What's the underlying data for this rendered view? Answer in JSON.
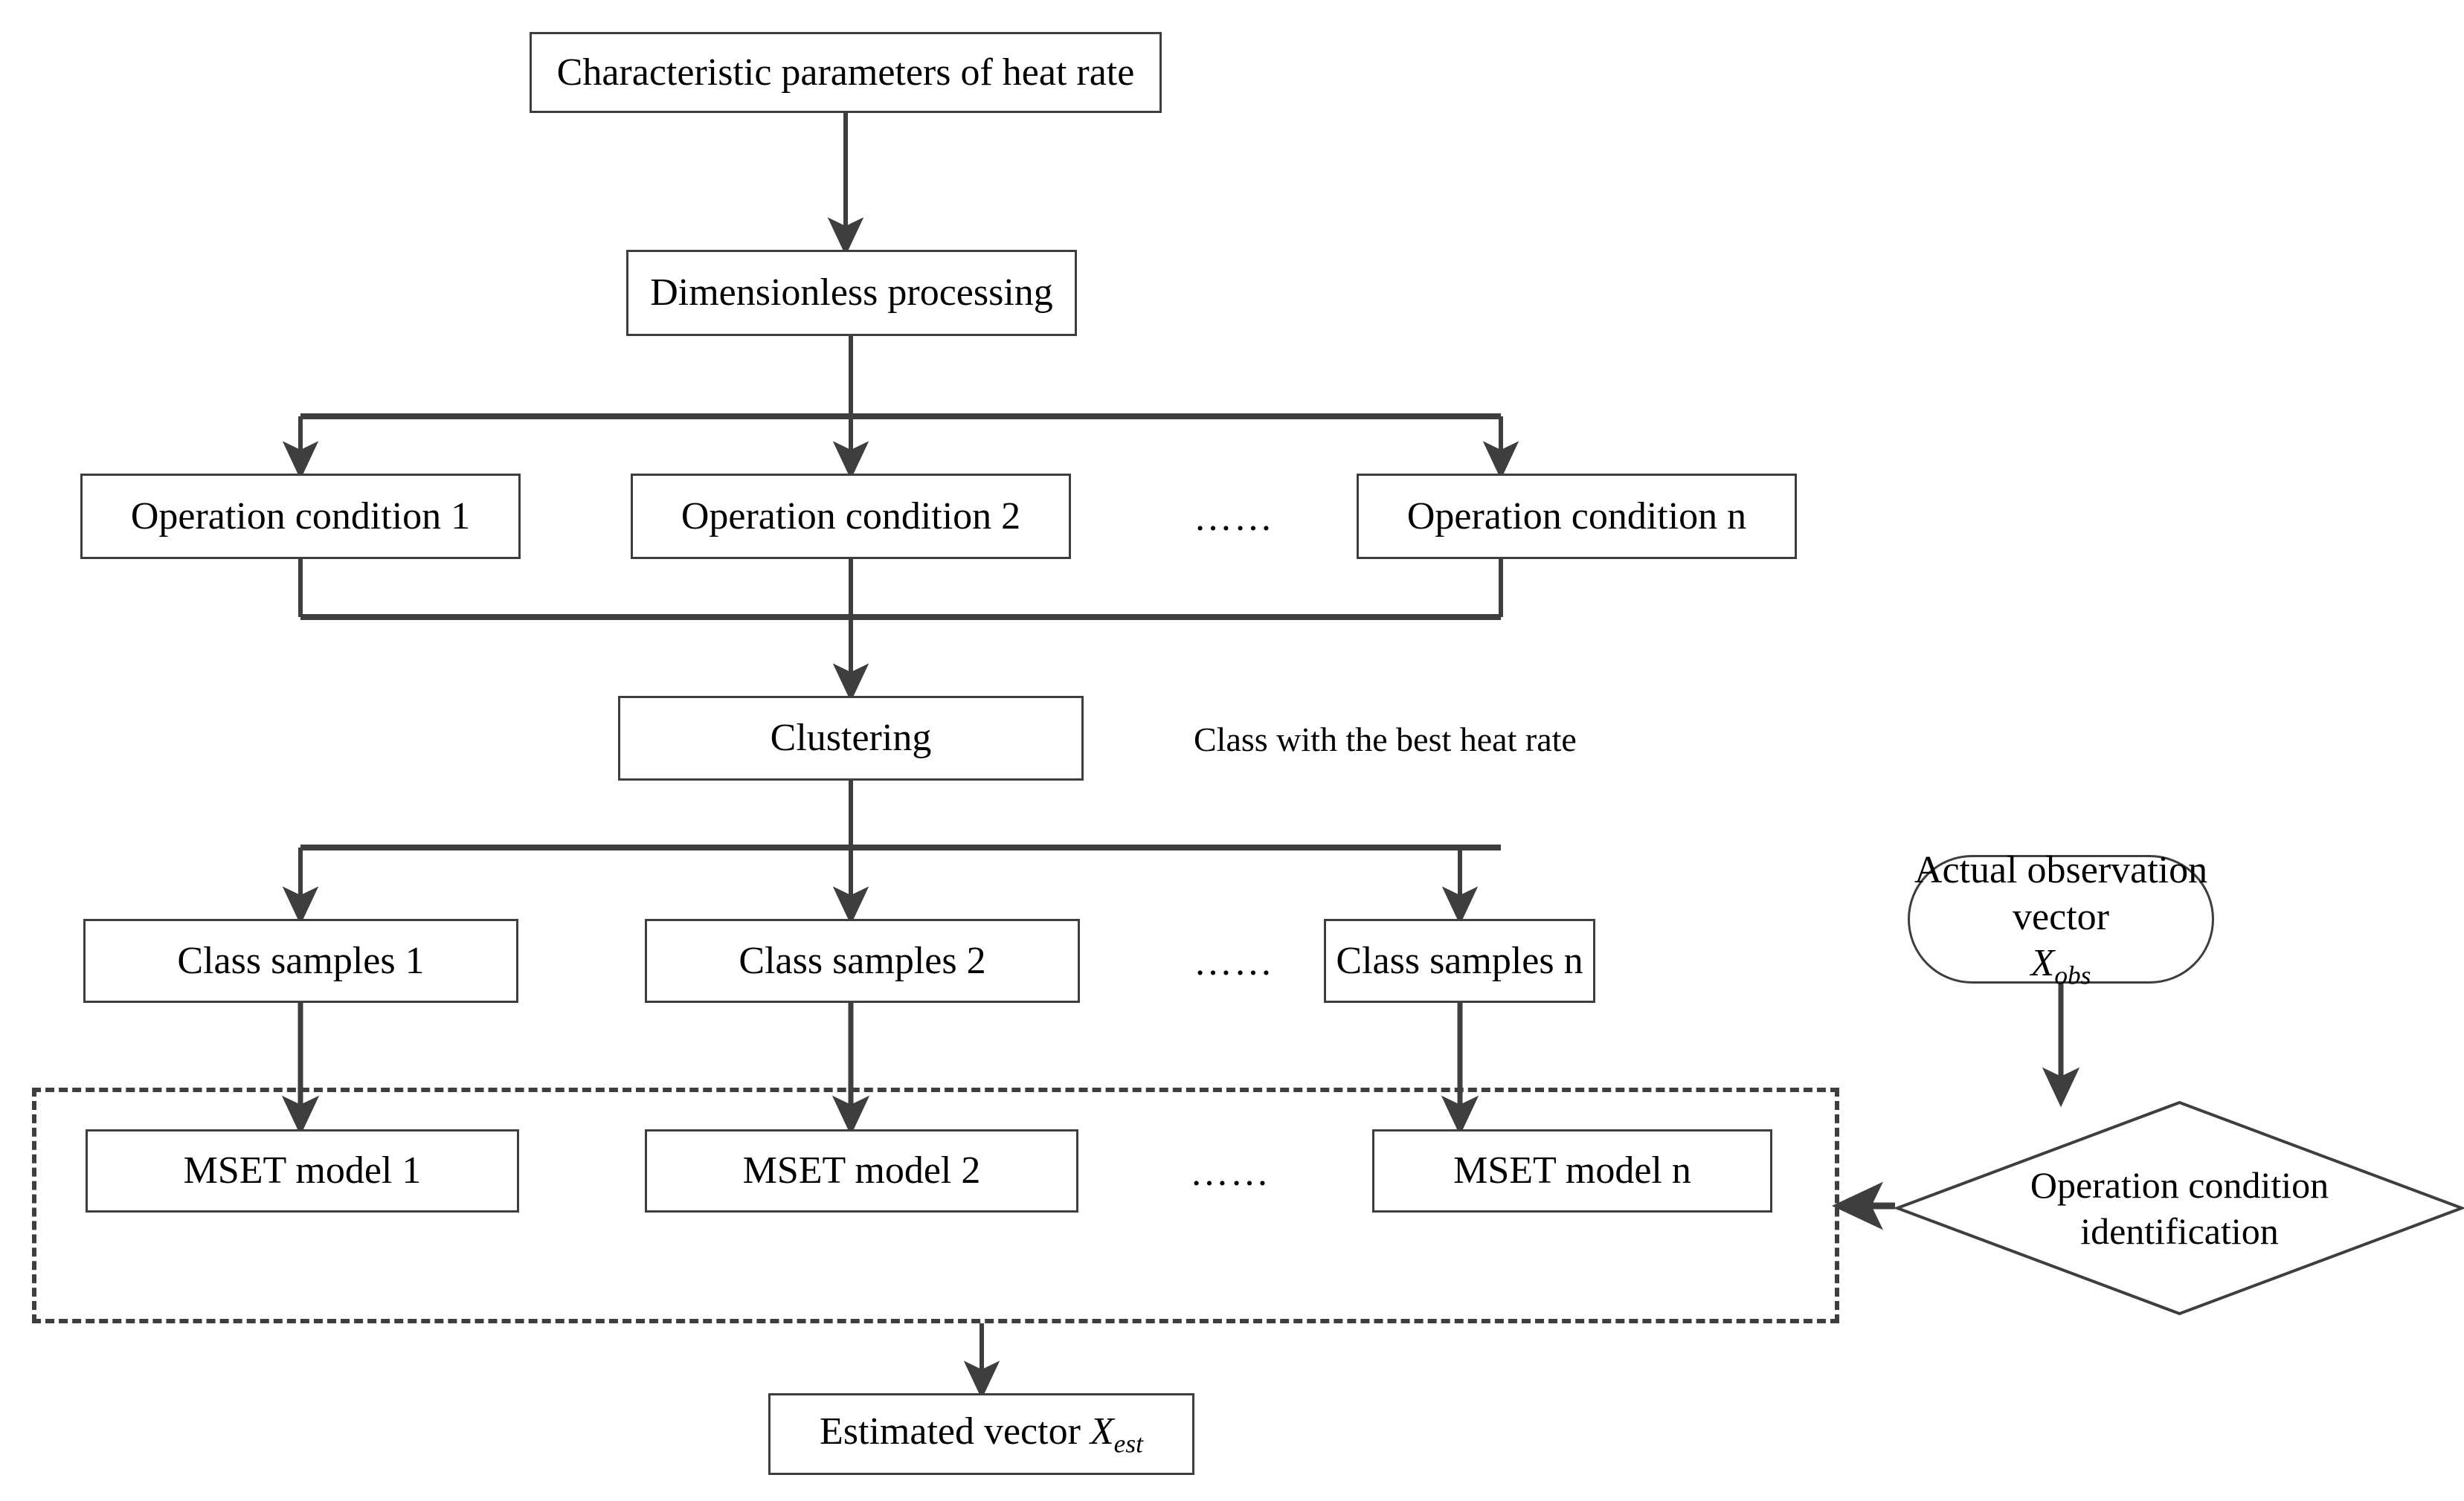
{
  "diagram": {
    "type": "flowchart",
    "title_text": "",
    "colors": {
      "stroke": "#3e3e3e",
      "fill": "#ffffff",
      "text": "#000000"
    },
    "ellipsis": "……",
    "nodes": {
      "characteristic_parameters": {
        "label": "Characteristic parameters of heat rate",
        "shape": "rect"
      },
      "dimensionless": {
        "label": "Dimensionless processing",
        "shape": "rect"
      },
      "operation_condition_1": {
        "label": "Operation condition 1",
        "shape": "rect"
      },
      "operation_condition_2": {
        "label": "Operation condition 2",
        "shape": "rect"
      },
      "operation_condition_n": {
        "label": "Operation condition n",
        "shape": "rect"
      },
      "clustering": {
        "label": "Clustering",
        "shape": "rect"
      },
      "class_samples_1": {
        "label": "Class samples 1",
        "shape": "rect"
      },
      "class_samples_2": {
        "label": "Class samples 2",
        "shape": "rect"
      },
      "class_samples_n": {
        "label": "Class samples n",
        "shape": "rect"
      },
      "mset_model_1": {
        "label": "MSET model 1",
        "shape": "rect"
      },
      "mset_model_2": {
        "label": "MSET model 2",
        "shape": "rect"
      },
      "mset_model_n": {
        "label": "MSET model n",
        "shape": "rect"
      },
      "actual_observation_vector": {
        "label_line1": "Actual observation vector",
        "symbol_base": "X",
        "symbol_sub": "obs",
        "shape": "stadium"
      },
      "operation_condition_identification": {
        "label_line1": "Operation condition",
        "label_line2": "identification",
        "shape": "diamond"
      },
      "estimated_vector": {
        "label_prefix": "Estimated vector ",
        "symbol_base": "X",
        "symbol_sub": "est",
        "shape": "rect"
      }
    },
    "annotations": {
      "best_heat_rate_note": "Class with the best heat rate"
    },
    "groups": {
      "mset_model_bank": {
        "style": "dashed-rectangle",
        "label": ""
      }
    }
  }
}
